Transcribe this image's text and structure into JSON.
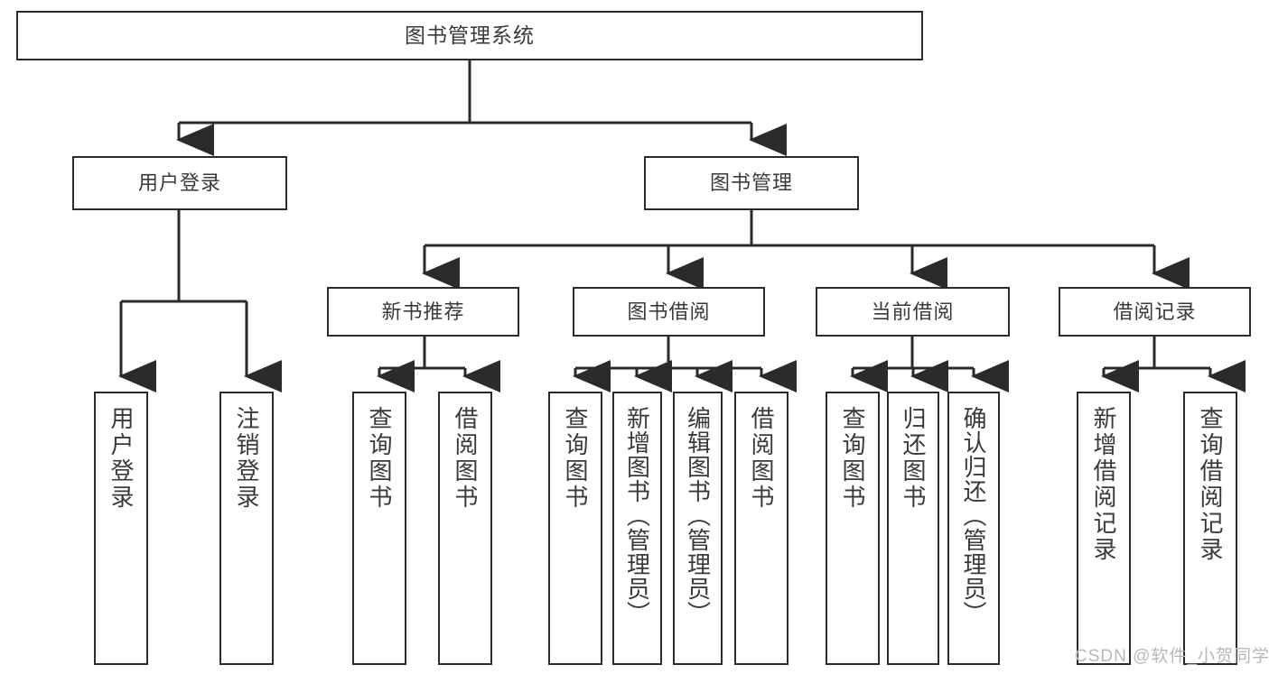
{
  "diagram": {
    "title": "图书管理系统",
    "type": "tree",
    "stroke_color": "#2b2b2b",
    "text_color": "#3a3a3a",
    "background": "#ffffff",
    "root": {
      "label": "图书管理系统"
    },
    "level2": [
      {
        "label": "用户登录"
      },
      {
        "label": "图书管理"
      }
    ],
    "level3": [
      {
        "label": "新书推荐"
      },
      {
        "label": "图书借阅"
      },
      {
        "label": "当前借阅"
      },
      {
        "label": "借阅记录"
      }
    ],
    "leaves": {
      "user_login": [
        {
          "label": "用户登录"
        },
        {
          "label": "注销登录"
        }
      ],
      "new_book_recommend": [
        {
          "label": "查询图书"
        },
        {
          "label": "借阅图书"
        }
      ],
      "book_borrow": [
        {
          "label": "查询图书"
        },
        {
          "label": "新增图书（管理员）"
        },
        {
          "label": "编辑图书（管理员）"
        },
        {
          "label": "借阅图书"
        }
      ],
      "current_borrow": [
        {
          "label": "查询图书"
        },
        {
          "label": "归还图书"
        },
        {
          "label": "确认归还（管理员）"
        }
      ],
      "borrow_record": [
        {
          "label": "新增借阅记录"
        },
        {
          "label": "查询借阅记录"
        }
      ]
    }
  },
  "watermark": {
    "text": "CSDN @软件_小贺同学"
  }
}
